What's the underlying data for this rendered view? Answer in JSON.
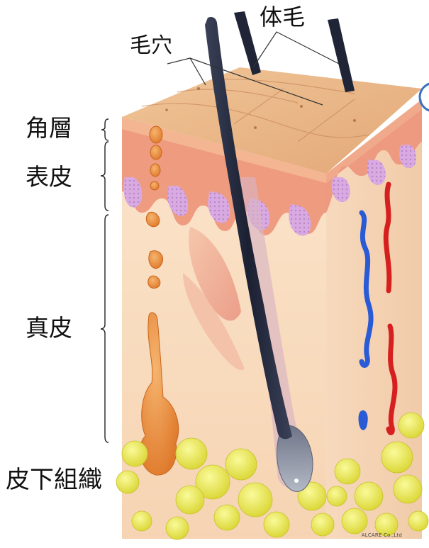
{
  "labels": {
    "body_hair": "体毛",
    "pore": "毛穴",
    "stratum_corneum": "角層",
    "epidermis": "表皮",
    "dermis": "真皮",
    "subcutaneous_tissue": "皮下組織"
  },
  "credit": "ALCARE Co.,Ltd",
  "colors": {
    "skin_surface": "#eab684",
    "epidermis": "#ef9b80",
    "dermis": "#f8dcc0",
    "papillae": "#c99ad6",
    "fat": "#e9e84a",
    "gland": "#ea8a3a",
    "hair": "#1f2436",
    "vein": "#2a5bd6",
    "artery": "#d61f1f"
  }
}
